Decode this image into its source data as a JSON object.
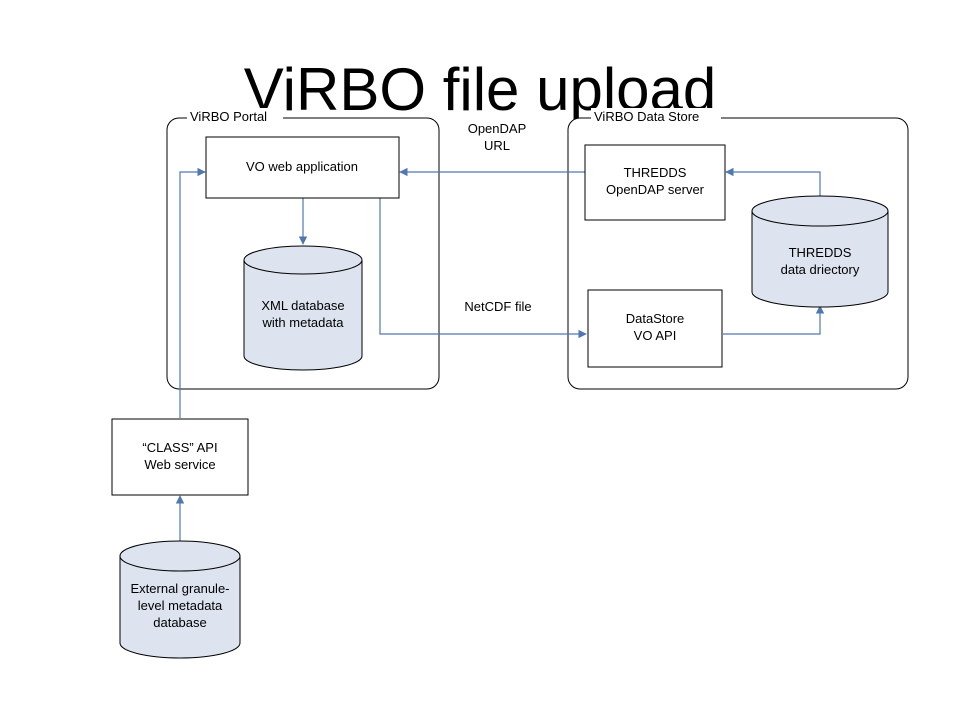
{
  "title": "ViRBO file upload",
  "groups": {
    "portal": "ViRBO Portal",
    "datastore": "ViRBO Data Store"
  },
  "nodes": {
    "vo_web_app": [
      "VO web application"
    ],
    "xml_db": [
      "XML database",
      "with metadata"
    ],
    "thredds_server": [
      "THREDDS",
      "OpenDAP server"
    ],
    "thredds_dir": [
      "THREDDS",
      "data driectory"
    ],
    "datastore_api": [
      "DataStore",
      "VO API"
    ],
    "class_api": [
      "“CLASS” API",
      "Web service"
    ],
    "external_db": [
      "External granule-",
      "level metadata",
      "database"
    ]
  },
  "edge_labels": {
    "opendap_url": [
      "OpenDAP",
      "URL"
    ],
    "netcdf_file": [
      "NetCDF file"
    ]
  },
  "colors": {
    "connector": "#4f77b0",
    "db_fill": "#dde4f0"
  }
}
